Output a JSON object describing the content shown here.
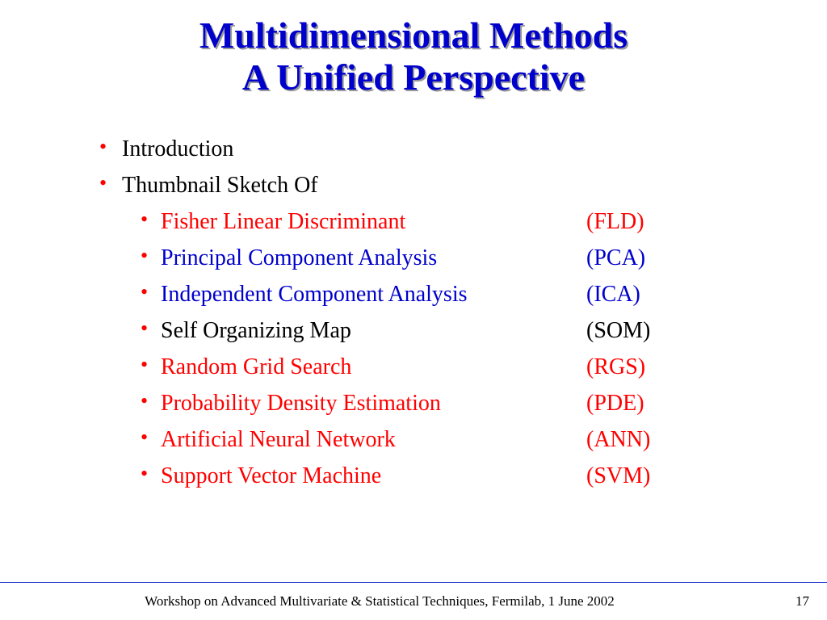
{
  "title": {
    "line1": "Multidimensional Methods",
    "line2": "A Unified Perspective"
  },
  "bullets": [
    {
      "text": "Introduction"
    },
    {
      "text": "Thumbnail Sketch Of"
    }
  ],
  "methods": [
    {
      "name": "Fisher Linear Discriminant",
      "abbr": "(FLD)",
      "color": "#ff0000"
    },
    {
      "name": "Principal Component Analysis",
      "abbr": "(PCA)",
      "color": "#0000cc"
    },
    {
      "name": "Independent Component Analysis",
      "abbr": "(ICA)",
      "color": "#0000cc"
    },
    {
      "name": "Self Organizing Map",
      "abbr": "(SOM)",
      "color": "#000000"
    },
    {
      "name": "Random Grid Search",
      "abbr": "(RGS)",
      "color": "#ff0000"
    },
    {
      "name": "Probability Density Estimation",
      "abbr": "(PDE)",
      "color": "#ff0000"
    },
    {
      "name": "Artificial Neural Network",
      "abbr": "(ANN)",
      "color": "#ff0000"
    },
    {
      "name": "Support Vector Machine",
      "abbr": "(SVM)",
      "color": "#ff0000"
    }
  ],
  "footer": {
    "text": "Workshop on Advanced Multivariate & Statistical Techniques, Fermilab, 1 June 2002",
    "page": "17"
  }
}
